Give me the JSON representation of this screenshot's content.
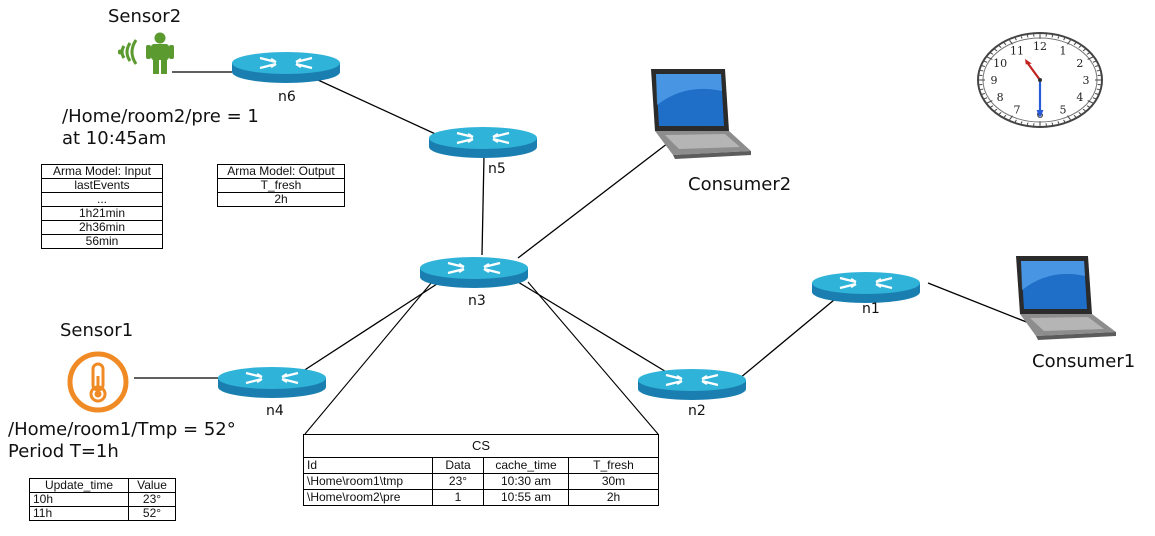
{
  "sensor2": {
    "title": "Sensor2",
    "name_line": "/Home/room2/pre = 1",
    "time_line": "at 10:45am"
  },
  "sensor1": {
    "title": "Sensor1",
    "name_line": "/Home/room1/Tmp = 52°",
    "period_line": "Period T=1h"
  },
  "nodes": {
    "n1": "n1",
    "n2": "n2",
    "n3": "n3",
    "n4": "n4",
    "n5": "n5",
    "n6": "n6"
  },
  "consumers": {
    "c1": "Consumer1",
    "c2": "Consumer2"
  },
  "arma_input": {
    "header": "Arma Model: Input",
    "rows": [
      "lastEvents",
      "...",
      "1h21min",
      "2h36min",
      "56min"
    ]
  },
  "arma_output": {
    "header": "Arma Model: Output",
    "rows": [
      "T_fresh",
      "2h"
    ]
  },
  "cs": {
    "caption": "CS",
    "headers": [
      "Id",
      "Data",
      "cache_time",
      "T_fresh"
    ],
    "rows": [
      [
        "\\Home\\room1\\tmp",
        "23°",
        "10:30 am",
        "30m"
      ],
      [
        "\\Home\\room2\\pre",
        "1",
        "10:55 am",
        "2h"
      ]
    ]
  },
  "sensor1_table": {
    "headers": [
      "Update_time",
      "Value"
    ],
    "rows": [
      [
        "10h",
        "23°"
      ],
      [
        "11h",
        "52°"
      ]
    ]
  },
  "clock": {
    "numerals": [
      "12",
      "1",
      "2",
      "3",
      "4",
      "5",
      "6",
      "7",
      "8",
      "9",
      "10",
      "11"
    ],
    "hour_hand_color": "#c0221f",
    "minute_hand_color": "#2a5bd7"
  },
  "colors": {
    "router_top": "#2fb3d8",
    "router_side": "#1a7fb0",
    "sensor2_green": "#5a9a2f",
    "sensor1_orange": "#f08a24"
  }
}
